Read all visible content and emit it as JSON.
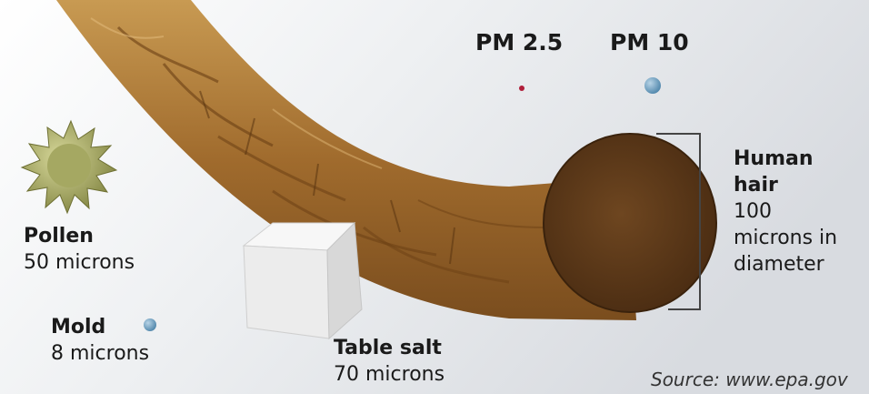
{
  "pm_labels": {
    "pm25": "PM 2.5",
    "pm10": "PM 10"
  },
  "particles": {
    "pollen": {
      "name": "Pollen",
      "size": "50 microns"
    },
    "mold": {
      "name": "Mold",
      "size": "8 microns"
    },
    "salt": {
      "name": "Table salt",
      "size": "70 microns"
    },
    "hair": {
      "name_line1": "Human",
      "name_line2": "hair",
      "size_line1": "100",
      "size_line2": "microns in",
      "size_line3": "diameter"
    }
  },
  "source": "Source: www.epa.gov",
  "colors": {
    "background": "#e4e6ea",
    "hair": "#b07a36",
    "hair_cross_section": "#5a3818",
    "pollen": "#9da05a",
    "particle_blue": "#6d9fbf",
    "pm25_dot": "#b01e3a",
    "salt": "#ececec"
  }
}
